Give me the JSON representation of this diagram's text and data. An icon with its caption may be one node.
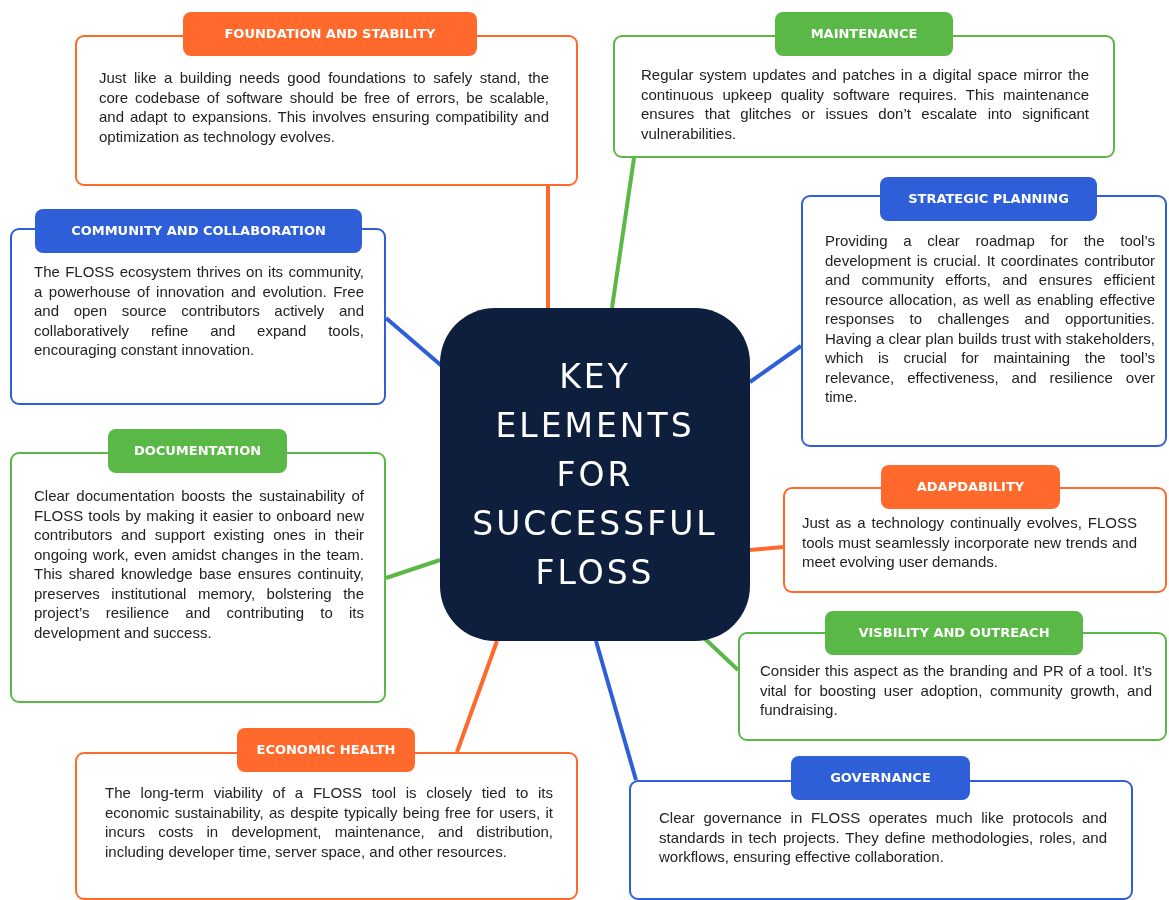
{
  "diagram": {
    "nodes": [
      {
        "text": [
          "KEY ELEMENTS FOR SUCCESSFUL FLOSS"
        ]
      },
      {
        "text": [
          "FOUNDATION AND STABILITY",
          "Just like a building needs good foundations to safely stand, the core codebase of software should be free of errors, be scalable, and adapt to expansions. This involves ensuring compatibility and optimization as technology evolves."
        ]
      },
      {
        "text": [
          "MAINTENANCE",
          "Regular system updates and patches in a digital space mirror the continuous upkeep quality software requires. This maintenance ensures that glitches or issues don’t escalate into significant vulnerabilities."
        ]
      },
      {
        "text": [
          "COMMUNITY AND COLLABORATION",
          "The FLOSS ecosystem thrives on its community, a powerhouse of innovation and evolution. Free and open source contributors actively and collaboratively refine and expand tools, encouraging constant innovation."
        ]
      },
      {
        "text": [
          "STRATEGIC PLANNING",
          "Providing a clear roadmap for the tool’s development is crucial. It coordinates contributor and community efforts, and ensures efficient resource allocation, as well as enabling effective responses to challenges and opportunities. Having a clear plan builds trust with stakeholders, which is crucial for maintaining the tool’s relevance, effectiveness, and resilience over time."
        ]
      },
      {
        "text": [
          "DOCUMENTATION",
          "Clear documentation boosts the sustainability of FLOSS tools by making it easier to onboard new contributors and support existing ones in their ongoing work, even amidst changes in the team. This shared knowledge base ensures continuity, preserves institutional memory, bolstering the project’s resilience and contributing to its development and success."
        ]
      },
      {
        "text": [
          "ADAPDABILITY",
          "Just as a technology continually evolves, FLOSS tools must seamlessly incorporate new trends and meet evolving user demands."
        ]
      },
      {
        "text": [
          "VISBILITY AND OUTREACH",
          "Consider this aspect as the branding and PR of a tool. It’s vital for boosting user adoption, community growth, and fundraising."
        ]
      },
      {
        "text": [
          "ECONOMIC HEALTH",
          "The long-term viability of a FLOSS tool is closely tied to its economic sustainability, as despite typically being free for users, it incurs costs in development, maintenance, and distribution, including developer time, server space, and other resources."
        ]
      },
      {
        "text": [
          "GOVERNANCE",
          "Clear governance in FLOSS operates much like protocols and standards in tech projects. They define methodologies, roles, and workflows, ensuring effective collaboration."
        ]
      }
    ],
    "edges": [
      {
        "from": 0,
        "to": 1,
        "arrow": "none",
        "color": "#ff6a2c"
      },
      {
        "from": 0,
        "to": 2,
        "arrow": "none",
        "color": "#5ab946"
      },
      {
        "from": 0,
        "to": 3,
        "arrow": "none",
        "color": "#2e5fd8"
      },
      {
        "from": 0,
        "to": 4,
        "arrow": "none",
        "color": "#2e5fd8"
      },
      {
        "from": 0,
        "to": 5,
        "arrow": "none",
        "color": "#5ab946"
      },
      {
        "from": 0,
        "to": 6,
        "arrow": "none",
        "color": "#ff6a2c"
      },
      {
        "from": 0,
        "to": 7,
        "arrow": "none",
        "color": "#5ab946"
      },
      {
        "from": 0,
        "to": 8,
        "arrow": "none",
        "color": "#ff6a2c"
      },
      {
        "from": 0,
        "to": 9,
        "arrow": "none",
        "color": "#2e5fd8"
      }
    ]
  }
}
